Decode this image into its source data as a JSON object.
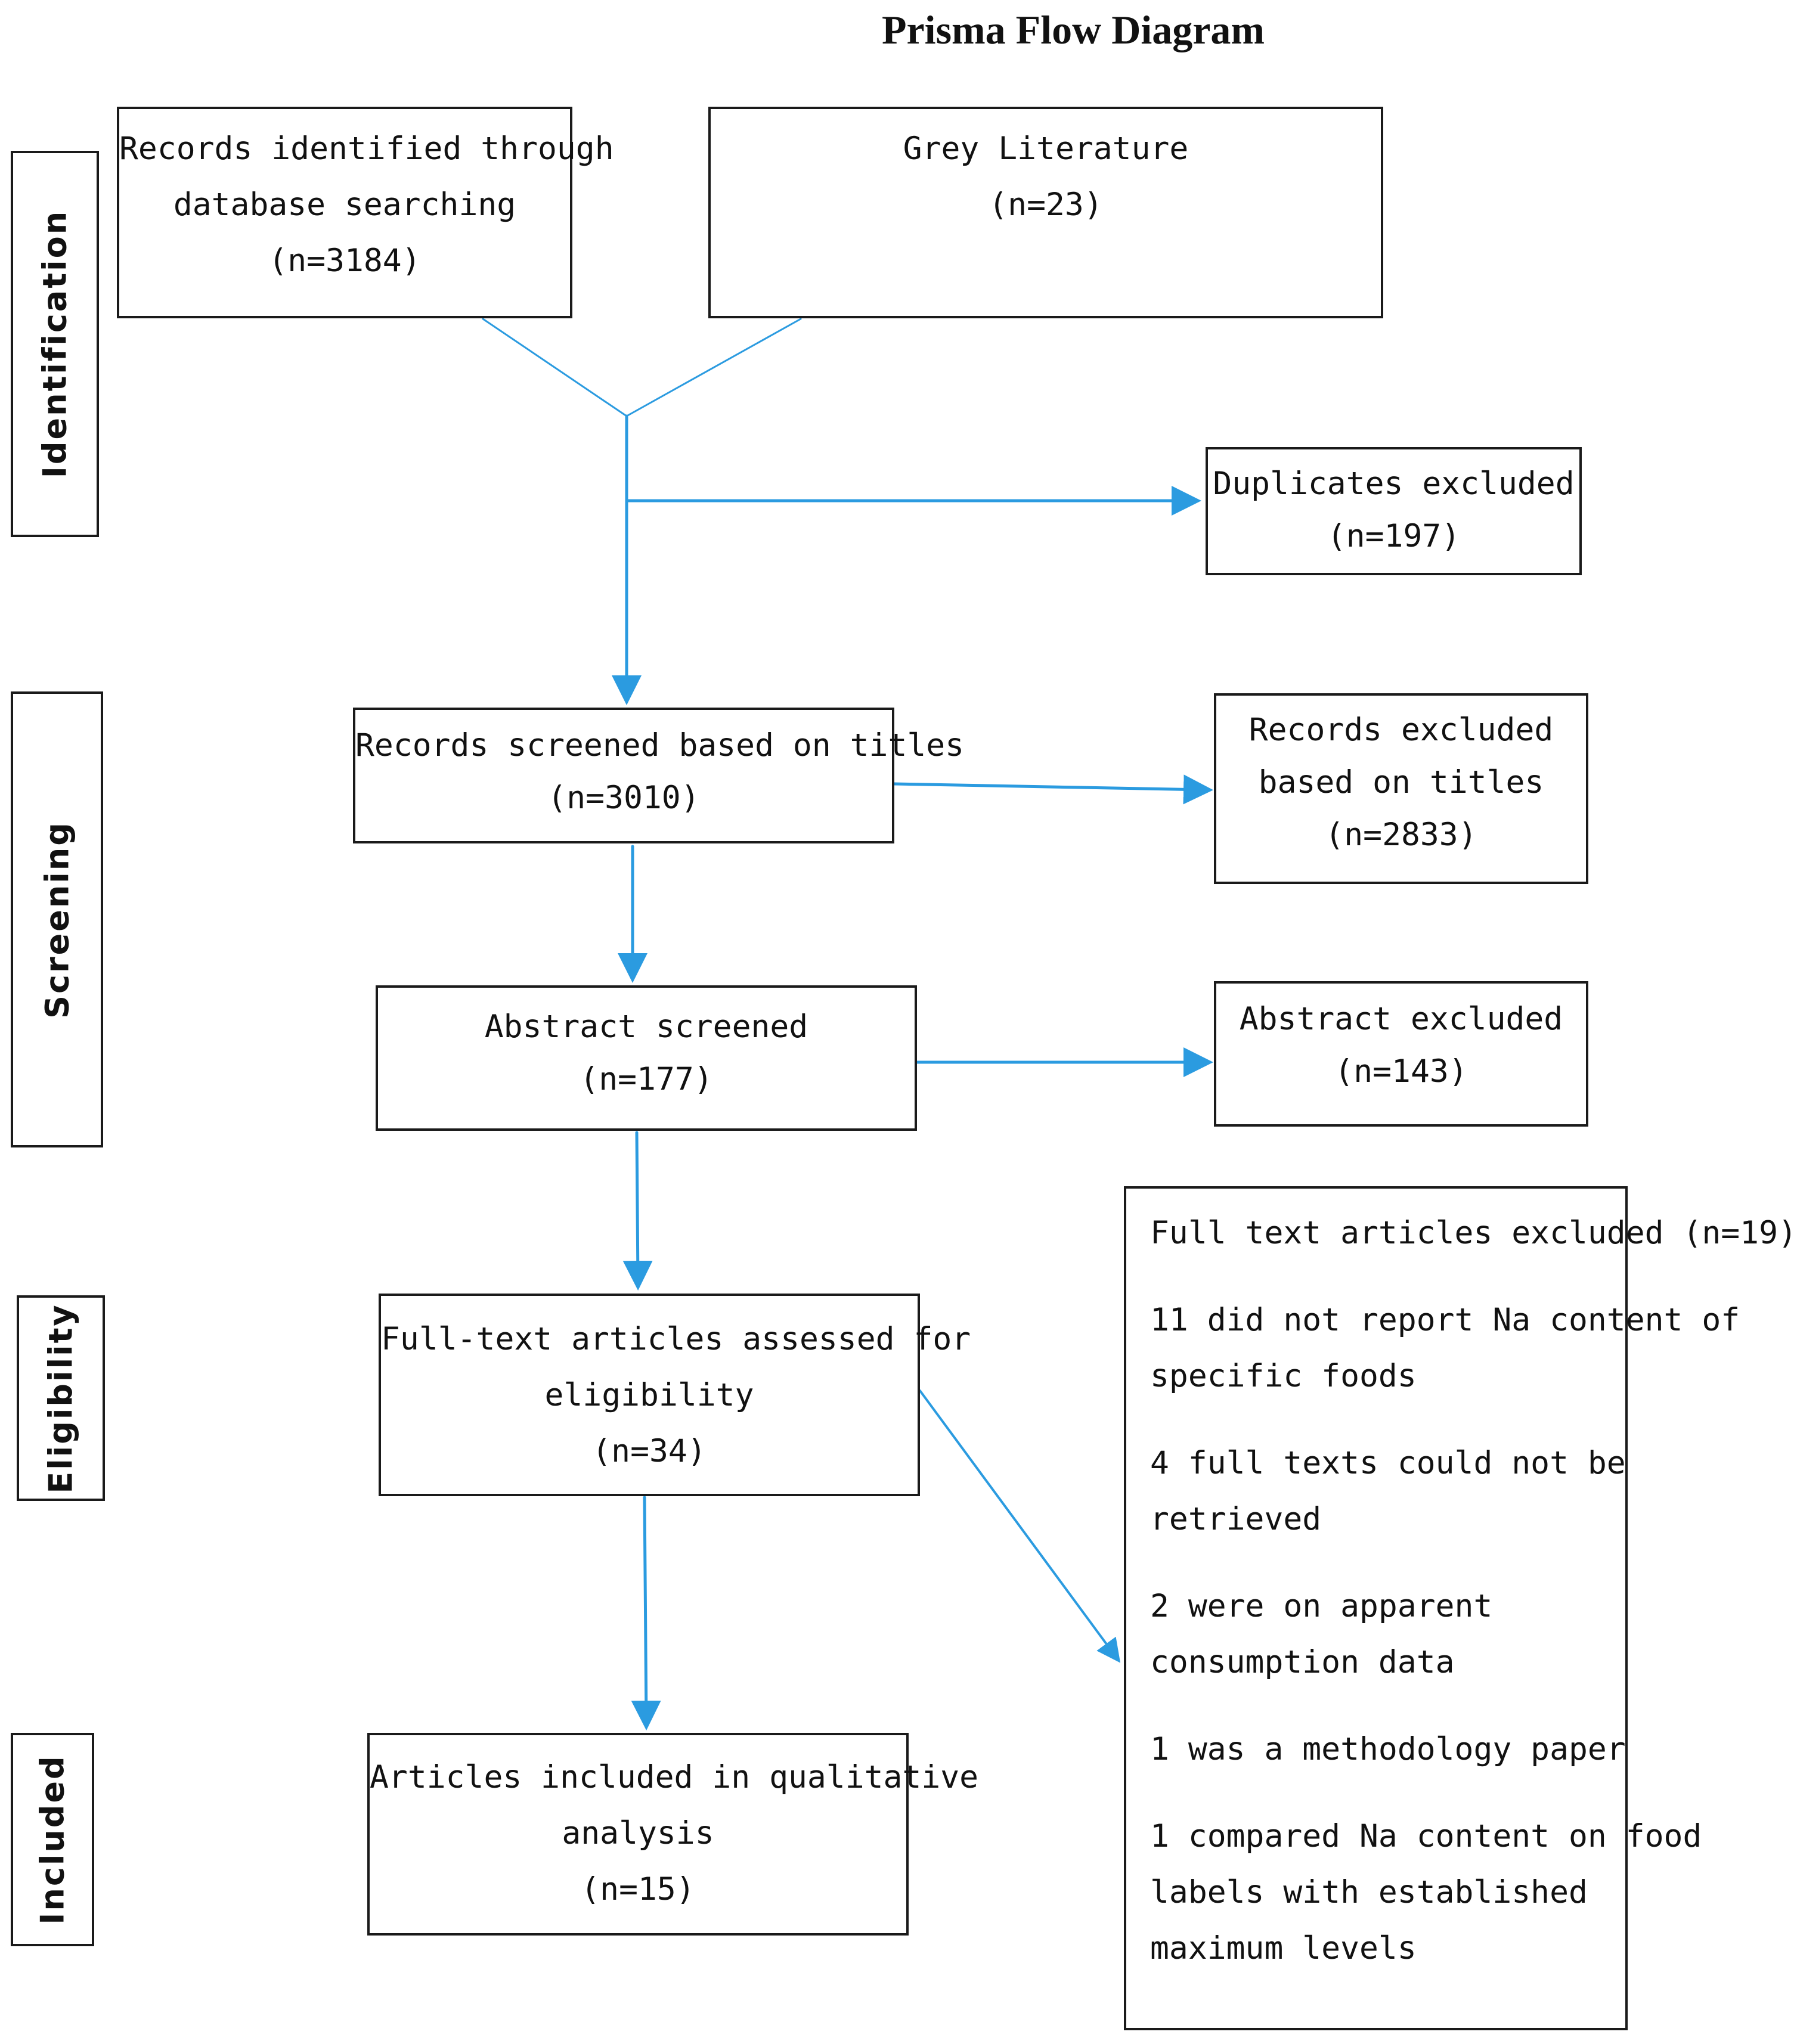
{
  "title": "Prisma Flow Diagram",
  "stages": {
    "identification": "Identification",
    "screening": "Screening",
    "eligibility": "Eligibility",
    "included": "Included"
  },
  "boxes": {
    "database": [
      "Records identified through",
      "database searching",
      "(n=3184)"
    ],
    "grey": [
      "Grey Literature",
      "(n=23)"
    ],
    "duplicates": [
      "Duplicates excluded",
      "(n=197)"
    ],
    "titles_screened": [
      "Records screened based on titles",
      "(n=3010)"
    ],
    "titles_excluded": [
      "Records excluded",
      "based on titles",
      "(n=2833)"
    ],
    "abstract_screened": [
      "Abstract screened",
      "(n=177)"
    ],
    "abstract_excluded": [
      "Abstract excluded",
      "(n=143)"
    ],
    "fulltext_assessed": [
      "Full-text articles assessed for",
      "eligibility",
      "(n=34)"
    ],
    "included_qualitative": [
      "Articles included in qualitative",
      "analysis",
      "(n=15)"
    ]
  },
  "fulltext_excluded": [
    [
      "Full text articles excluded (n=19)"
    ],
    [
      "11 did not report Na content of",
      "specific foods"
    ],
    [
      "4 full texts could not be",
      "retrieved"
    ],
    [
      "2 were on apparent",
      "consumption data"
    ],
    [
      "1 was a methodology paper"
    ],
    [
      "1 compared Na content on food",
      "labels with established",
      "maximum levels"
    ]
  ],
  "colors": {
    "arrow": "#2b9be0",
    "border": "#1a1a1a",
    "text": "#111111"
  }
}
